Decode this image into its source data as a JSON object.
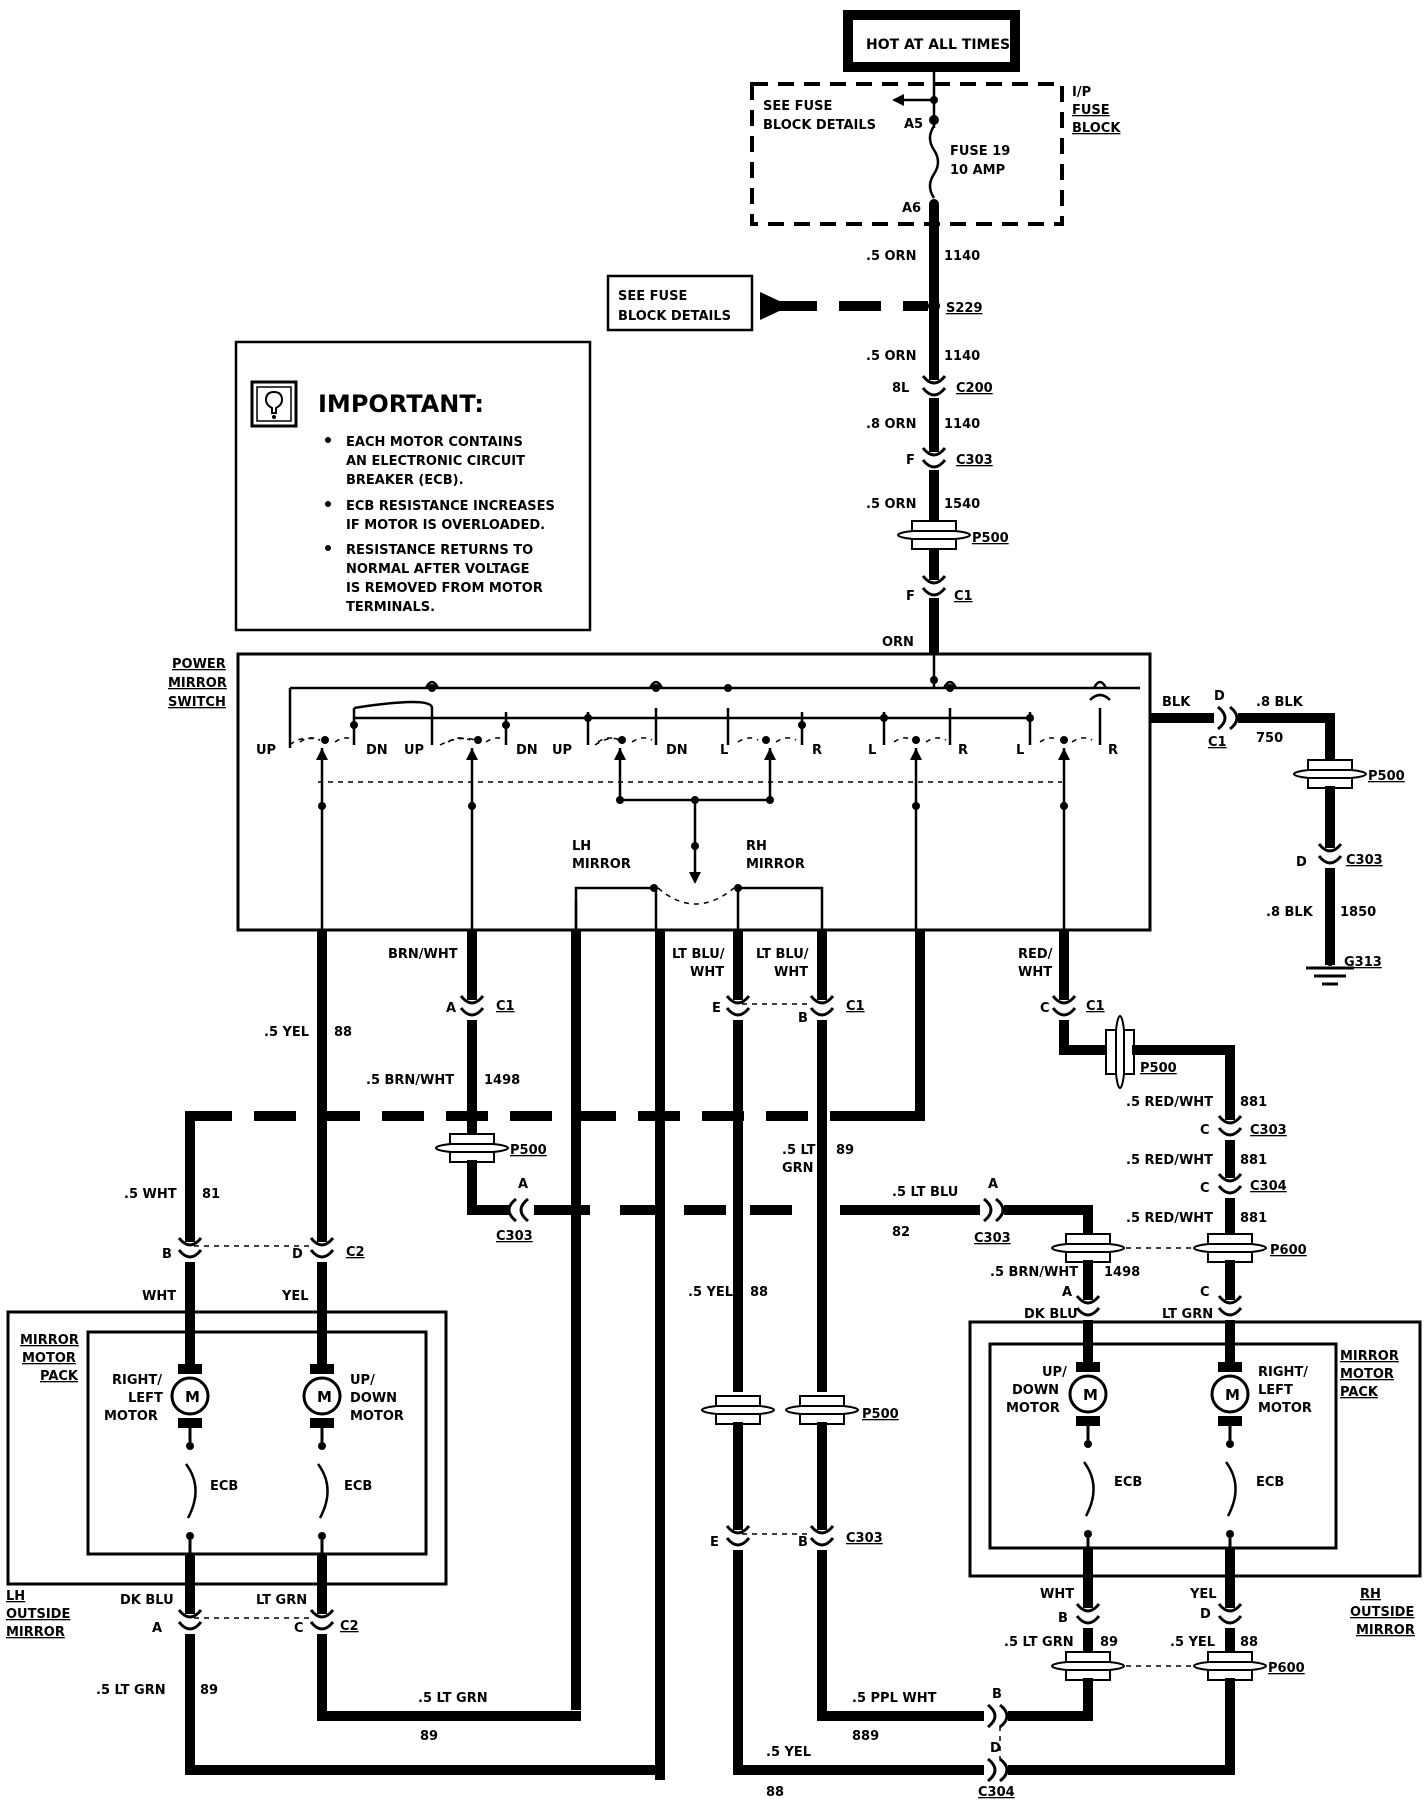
{
  "hot": "HOT AT ALL TIMES",
  "fuse_block": {
    "see": "SEE FUSE",
    "block_details": "BLOCK DETAILS",
    "pin_a5": "A5",
    "pin_a6": "A6",
    "fuse_name": "FUSE 19",
    "fuse_rating": "10 AMP",
    "ip_1": "I/P",
    "ip_2": "FUSE",
    "ip_3": "BLOCK"
  },
  "see_fuse2": {
    "line1": "SEE FUSE",
    "line2": "BLOCK DETAILS"
  },
  "important": {
    "title": "IMPORTANT:",
    "b1": [
      "EACH MOTOR CONTAINS",
      "AN ELECTRONIC CIRCUIT",
      "BREAKER (ECB)."
    ],
    "b2": [
      "ECB RESISTANCE INCREASES",
      "IF MOTOR IS OVERLOADED."
    ],
    "b3": [
      "RESISTANCE RETURNS TO",
      "NORMAL AFTER VOLTAGE",
      "IS REMOVED FROM MOTOR",
      "TERMINALS."
    ]
  },
  "feed": {
    "w1": ".5 ORN",
    "c1": "1140",
    "s229": "S229",
    "w2": ".5 ORN",
    "c2": "1140",
    "pin_8l": "8L",
    "c200": "C200",
    "w3": ".8 ORN",
    "c3": "1140",
    "pin_f": "F",
    "c303": "C303",
    "w4": ".5 ORN",
    "c4": "1540",
    "p500": "P500",
    "pin_f2": "F",
    "c1conn": "C1",
    "orn": "ORN"
  },
  "switch": {
    "t1": "POWER",
    "t2": "MIRROR",
    "t3": "SWITCH",
    "up": "UP",
    "dn": "DN",
    "l": "L",
    "r": "R",
    "lh1": "LH",
    "lh2": "MIRROR",
    "rh1": "RH",
    "rh2": "MIRROR"
  },
  "ground": {
    "blk": "BLK",
    "pin_d": "D",
    "c1": "C1",
    "w1": ".8 BLK",
    "c750": "750",
    "p500": "P500",
    "pin_d2": "D",
    "c303": "C303",
    "w2": ".8 BLK",
    "c1850": "1850",
    "g313": "G313"
  },
  "wires": {
    "brn_wht": "BRN/WHT",
    "pin_a": "A",
    "c1": "C1",
    "yel88_w": ".5 YEL",
    "yel88_c": "88",
    "brn1498_w": ".5 BRN/WHT",
    "brn1498_c": "1498",
    "p500": "P500",
    "pin_a2": "A",
    "c303": "C303",
    "wht81_w": ".5 WHT",
    "wht81_c": "81",
    "ltblu1": "LT BLU/",
    "ltblu2": "WHT",
    "pin_e": "E",
    "pin_b": "B",
    "ltgrn89_w1": ".5 LT",
    "ltgrn89_w2": "GRN",
    "ltgrn89_c": "89",
    "ltblu82_w": ".5 LT BLU",
    "ltblu82_c": "82",
    "pin_a3": "A",
    "c303b": "C303",
    "redwht1": "RED/",
    "redwht2": "WHT",
    "pin_c": "C",
    "c1b": "C1",
    "p500b": "P500",
    "rw881_w": ".5 RED/WHT",
    "rw881_c": "881",
    "c303c": "C303",
    "c304": "C304",
    "yel88m_w": ".5 YEL",
    "yel88m_c": "88",
    "p500c": "P500",
    "pin_e2": "E",
    "pin_b2": "B",
    "c303d": "C303"
  },
  "lh": {
    "pin_b": "B",
    "pin_d": "D",
    "c2": "C2",
    "wht": "WHT",
    "yel": "YEL",
    "pack1": "MIRROR",
    "pack2": "MOTOR",
    "pack3": "PACK",
    "m": "M",
    "rl1": "RIGHT/",
    "rl2": "LEFT",
    "rl3": "MOTOR",
    "ud1": "UP/",
    "ud2": "DOWN",
    "ud3": "MOTOR",
    "ecb": "ECB",
    "out1": "LH",
    "out2": "OUTSIDE",
    "out3": "MIRROR",
    "dkblu": "DK BLU",
    "ltgrn": "LT GRN",
    "pin_a": "A",
    "pin_c": "C",
    "c2b": "C2",
    "w89_w": ".5 LT GRN",
    "w89_c": "89",
    "w89b_w": ".5 LT GRN",
    "w89b_c": "89"
  },
  "rh": {
    "p600": "P600",
    "pin_a": "A",
    "pin_c": "C",
    "brn_w": ".5 BRN/WHT",
    "brn_c": "1498",
    "dkblu": "DK BLU",
    "ltgrn": "LT GRN",
    "pack1": "MIRROR",
    "pack2": "MOTOR",
    "pack3": "PACK",
    "m": "M",
    "ud1": "UP/",
    "ud2": "DOWN",
    "ud3": "MOTOR",
    "rl1": "RIGHT/",
    "rl2": "LEFT",
    "rl3": "MOTOR",
    "ecb": "ECB",
    "out1": "RH",
    "out2": "OUTSIDE",
    "out3": "MIRROR",
    "wht": "WHT",
    "yel": "YEL",
    "pin_b": "B",
    "pin_d": "D",
    "g89_w": ".5 LT GRN",
    "g89_c": "89",
    "y88_w": ".5 YEL",
    "y88_c": "88",
    "p600b": "P600",
    "ppl_w": ".5 PPL WHT",
    "ppl_c": "889",
    "pin_b2": "B",
    "y88b_w": ".5 YEL",
    "y88b_c": "88",
    "pin_d2": "D",
    "c304": "C304"
  }
}
